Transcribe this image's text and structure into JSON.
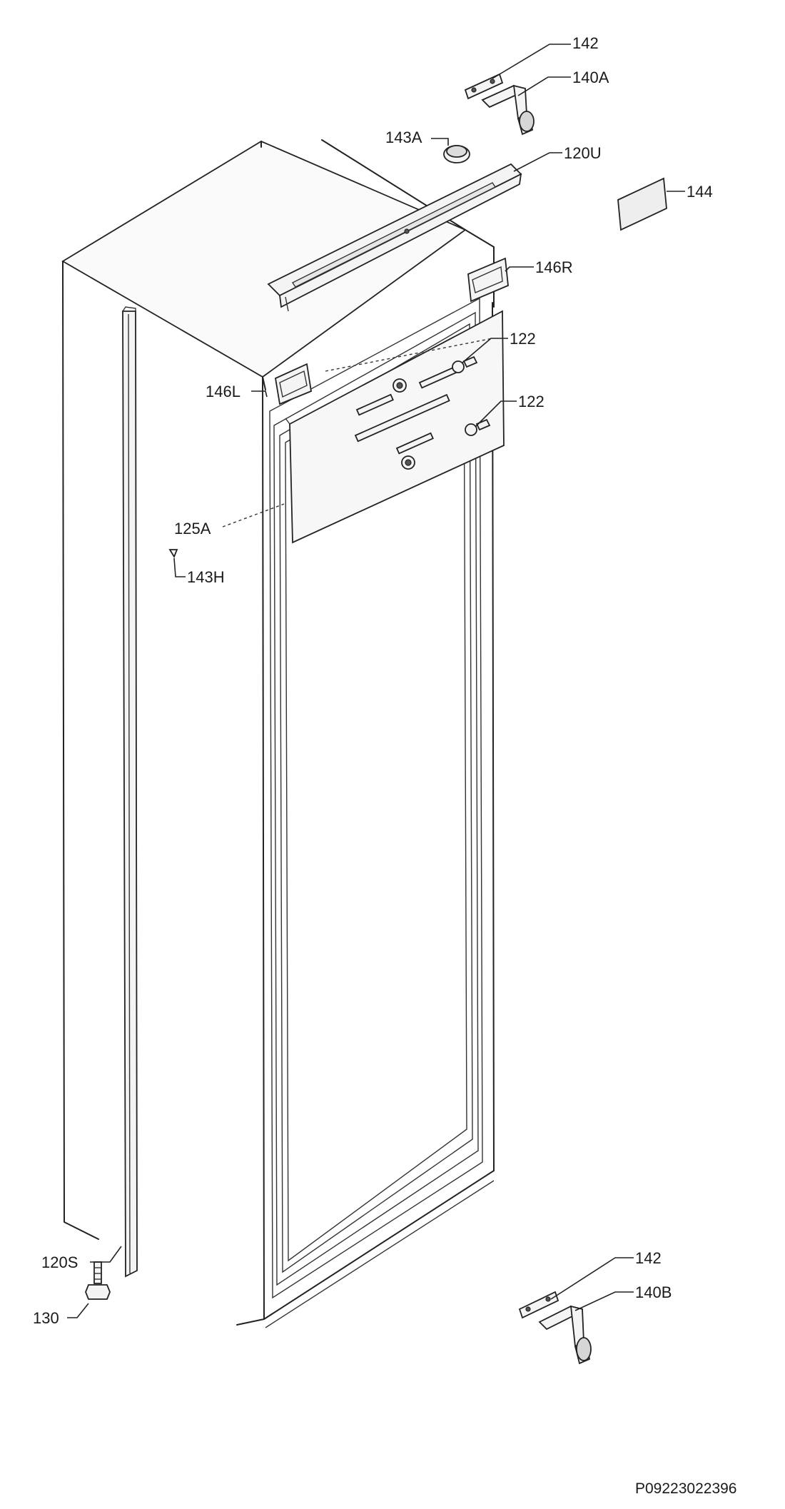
{
  "labels": {
    "l142a": "142",
    "l140a": "140A",
    "l143a": "143A",
    "l120u": "120U",
    "l144": "144",
    "l146r": "146R",
    "l122a": "122",
    "l146l": "146L",
    "l122b": "122",
    "l125a": "125A",
    "l143h": "143H",
    "l120s": "120S",
    "l130": "130",
    "l142b": "142",
    "l140b": "140B"
  },
  "reference_number": "P09223022396"
}
